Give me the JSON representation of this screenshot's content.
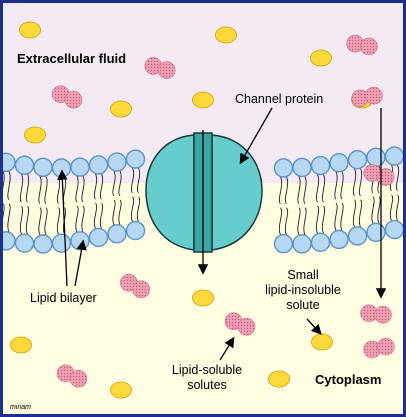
{
  "labels": {
    "extracellular": "Extracellular fluid",
    "channel_protein": "Channel protein",
    "lipid_bilayer": "Lipid bilayer",
    "small_solute_line1": "Small",
    "small_solute_line2": "lipid-insoluble",
    "small_solute_line3": "solute",
    "lipid_soluble_line1": "Lipid-soluble",
    "lipid_soluble_line2": "solutes",
    "cytoplasm": "Cytoplasm",
    "signature": "miriam"
  },
  "colors": {
    "extracellular_bg": "#f4eaf4",
    "cytoplasm_bg": "#fffce2",
    "frame": "#1c2f8a",
    "phospholipid_head": "#b7d8f4",
    "phospholipid_outline": "#5a93c9",
    "channel_protein": "#66cccc",
    "small_solute": "#ffd83a",
    "lipid_soluble_solute": "#f4a0b4"
  }
}
